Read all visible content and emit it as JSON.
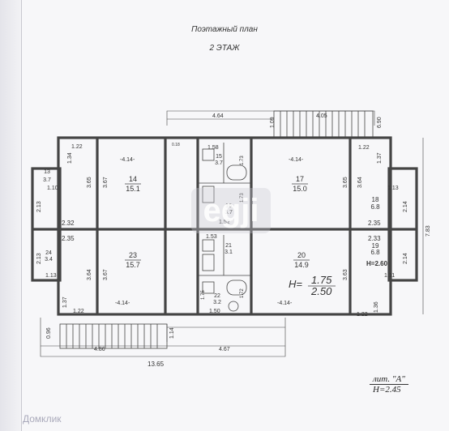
{
  "header": {
    "title": "Поэтажный план",
    "floor": "2 ЭТАЖ"
  },
  "stamp": {
    "lit": "лит. \"А\"",
    "height": "Н=2.45"
  },
  "watermark": {
    "text": "egji",
    "brand": "Домклик"
  },
  "formula": {
    "prefix": "Н=",
    "numerator": "1.75",
    "denominator": "2.50"
  },
  "rooms": [
    {
      "number": "14",
      "area": "15.1"
    },
    {
      "number": "17",
      "area": "15.0"
    },
    {
      "number": "23",
      "area": "15.7"
    },
    {
      "number": "20",
      "area": "14.9"
    },
    {
      "number": "13",
      "area": "3.7"
    },
    {
      "number": "24",
      "area": "3.4"
    },
    {
      "number": "18",
      "area": "6.8"
    },
    {
      "number": "19",
      "area": "6.8"
    },
    {
      "number": "15",
      "area": "3.7"
    },
    {
      "number": "16",
      "area": "3.7"
    },
    {
      "number": "21",
      "area": "3.1"
    },
    {
      "number": "22",
      "area": "3.2"
    }
  ],
  "labels": {
    "h260": "Н=2.60",
    "dim_464": "4.64",
    "dim_405": "4.05",
    "dim_109": "1.09",
    "dim_690": "6.90",
    "dim_783": "7.83",
    "dim_1365": "13.65",
    "dim_486": "4.86",
    "dim_467": "4.67",
    "dim_096": "0.96",
    "dim_114": "1.14",
    "dim_122a": "1.22",
    "dim_122b": "1.22",
    "dim_122c": "1.22",
    "dim_122d": "1.22",
    "dim_134": "1.34",
    "dim_137a": "1.37",
    "dim_137b": "1.37",
    "dim_110": "1.10",
    "dim_113a": "1.13",
    "dim_113b": "1.13",
    "dim_111": "1.11",
    "dim_136": "1.36",
    "dim_213a": "2.13",
    "dim_213b": "2.13",
    "dim_214a": "2.14",
    "dim_214b": "2.14",
    "dim_232": "2.32",
    "dim_235a": "2.35",
    "dim_235b": "2.35",
    "dim_233": "2.33",
    "dim_365a": "3.65",
    "dim_365b": "3.65",
    "dim_367a": "3.67",
    "dim_367b": "3.67",
    "dim_364a": "3.64",
    "dim_364b": "3.64",
    "dim_363": "3.63",
    "dim_414a": "-4.14-",
    "dim_414b": "-4.14-",
    "dim_414c": "-4.14-",
    "dim_414d": "-4.14-",
    "dim_158": "1.58",
    "dim_152": "1.52",
    "dim_153": "1.53",
    "dim_150": "1.50",
    "dim_173a": "1.73",
    "dim_173b": "1.73",
    "dim_172": "1.72",
    "dim_175": "1.75",
    "dim_018": "0.18"
  }
}
